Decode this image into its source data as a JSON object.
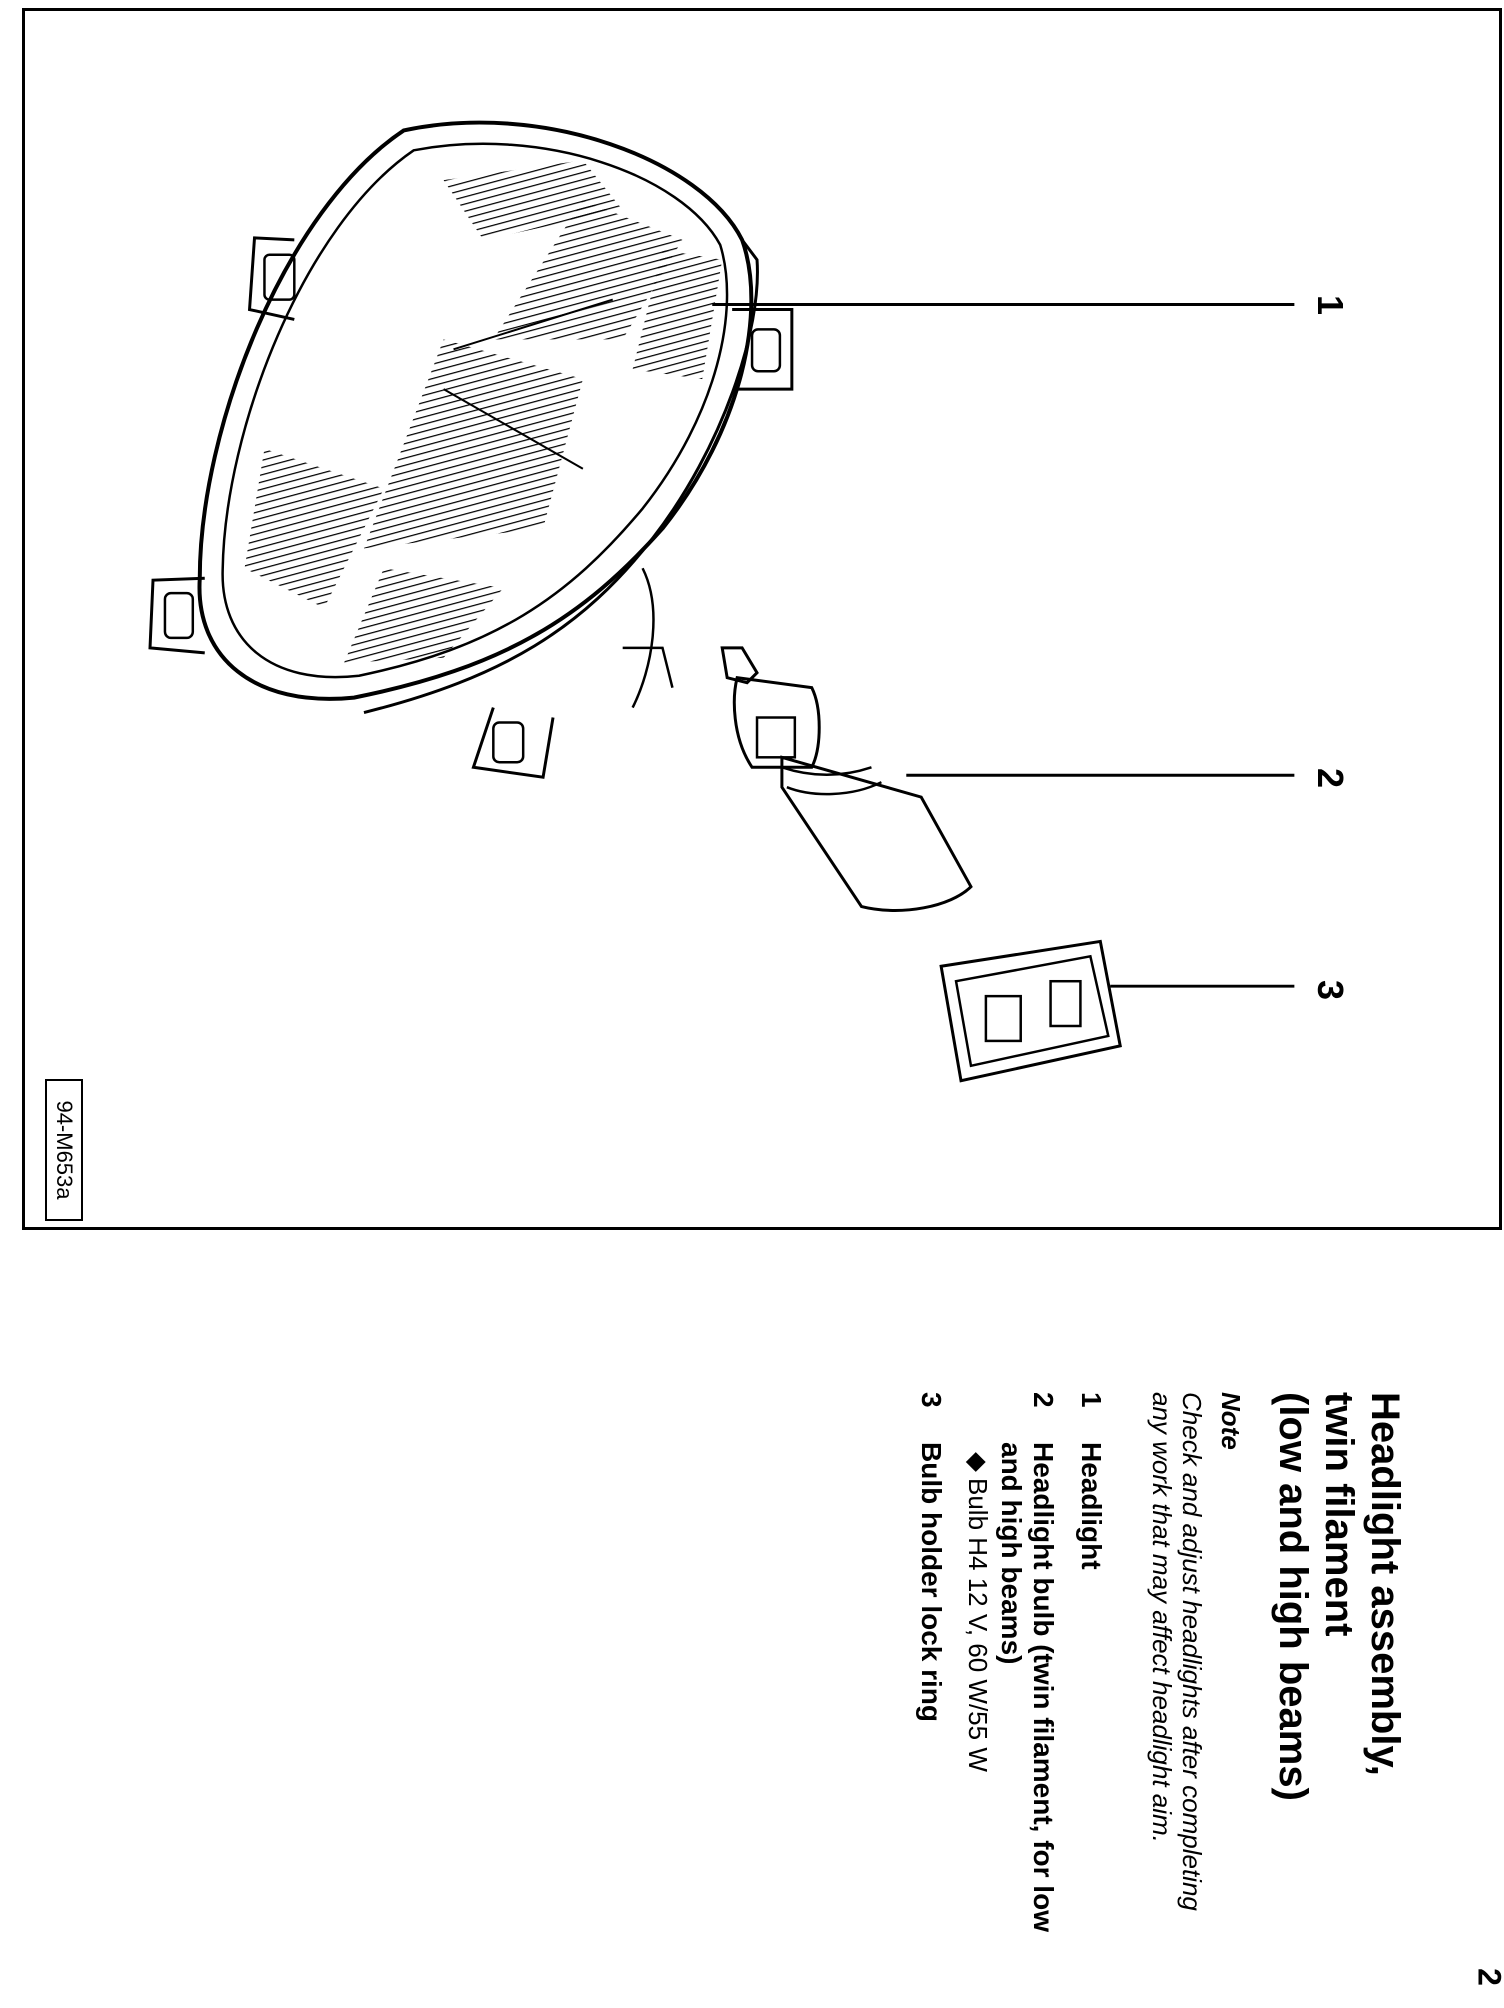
{
  "figure": {
    "id": "94-M653a",
    "callouts": [
      "1",
      "2",
      "3"
    ]
  },
  "section": {
    "title_lines": [
      "Headlight assembly,",
      "twin filament",
      "(low and high beams)"
    ],
    "note_heading": "Note",
    "note_text": "Check and adjust headlights after completing any work that may affect headlight aim.",
    "items": [
      {
        "number": "1",
        "label": "Headlight"
      },
      {
        "number": "2",
        "label": "Headlight bulb (twin filament, for low and high beams)",
        "sub": {
          "bullet": "◆",
          "text": "Bulb H4 12 V, 60 W/55 W"
        }
      },
      {
        "number": "3",
        "label": "Bulb holder lock ring"
      }
    ]
  },
  "page_number": "2"
}
